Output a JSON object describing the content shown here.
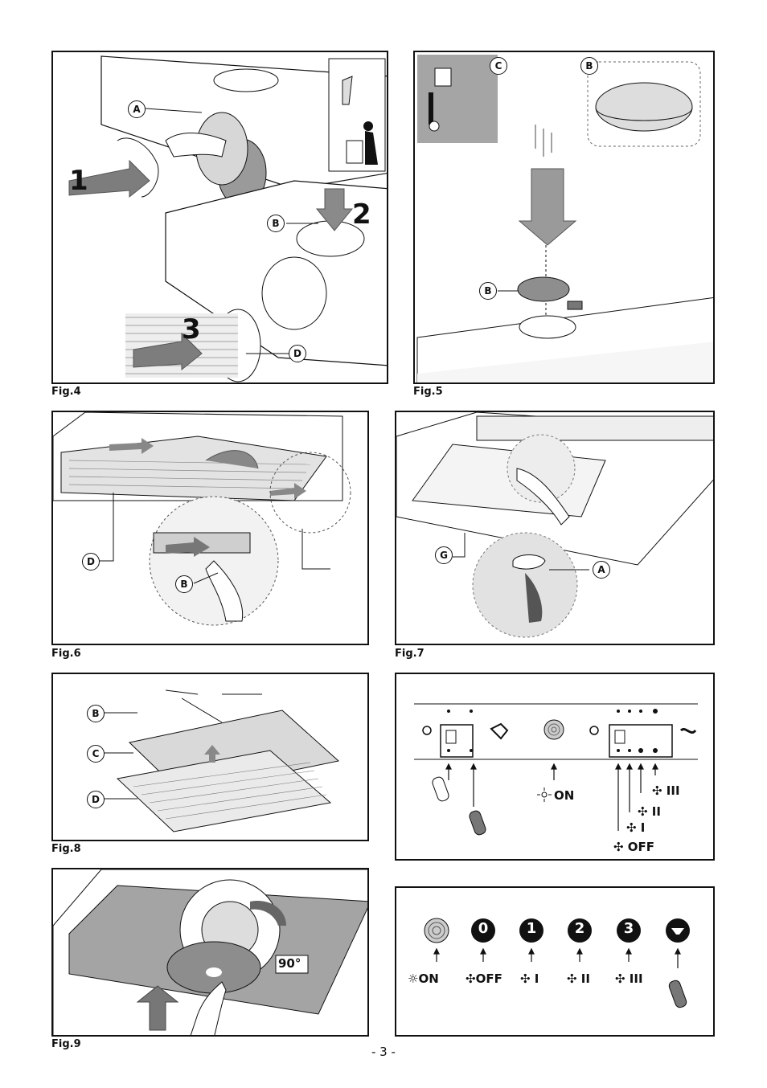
{
  "figures": {
    "fig4": {
      "caption": "Fig.4",
      "labels": {
        "a": "A",
        "b": "B",
        "d": "D"
      },
      "steps": [
        "1",
        "2",
        "3"
      ]
    },
    "fig5": {
      "caption": "Fig.5",
      "labels": {
        "c": "C",
        "b_top": "B",
        "b": "B"
      }
    },
    "fig6": {
      "caption": "Fig.6",
      "labels": {
        "d": "D",
        "b": "B"
      }
    },
    "fig7": {
      "caption": "Fig.7",
      "labels": {
        "g": "G",
        "a": "A"
      }
    },
    "fig8": {
      "caption": "Fig.8",
      "labels": {
        "b": "B",
        "c": "C",
        "d": "D"
      }
    },
    "fig9": {
      "caption": "Fig.9",
      "angle": "90°"
    }
  },
  "switch_panel": {
    "light_on": "ON",
    "speeds": {
      "s3": "III",
      "s2": "II",
      "s1": "I",
      "off": "OFF"
    }
  },
  "button_panel": {
    "buttons": [
      {
        "icon": "spiral-light-icon",
        "label": "ON"
      },
      {
        "digit": "0",
        "label": "OFF"
      },
      {
        "digit": "1",
        "label": "I"
      },
      {
        "digit": "2",
        "label": "II"
      },
      {
        "digit": "3",
        "label": "III"
      },
      {
        "icon": "hood-light-icon",
        "label": ""
      }
    ]
  },
  "page_number": "- 3 -"
}
